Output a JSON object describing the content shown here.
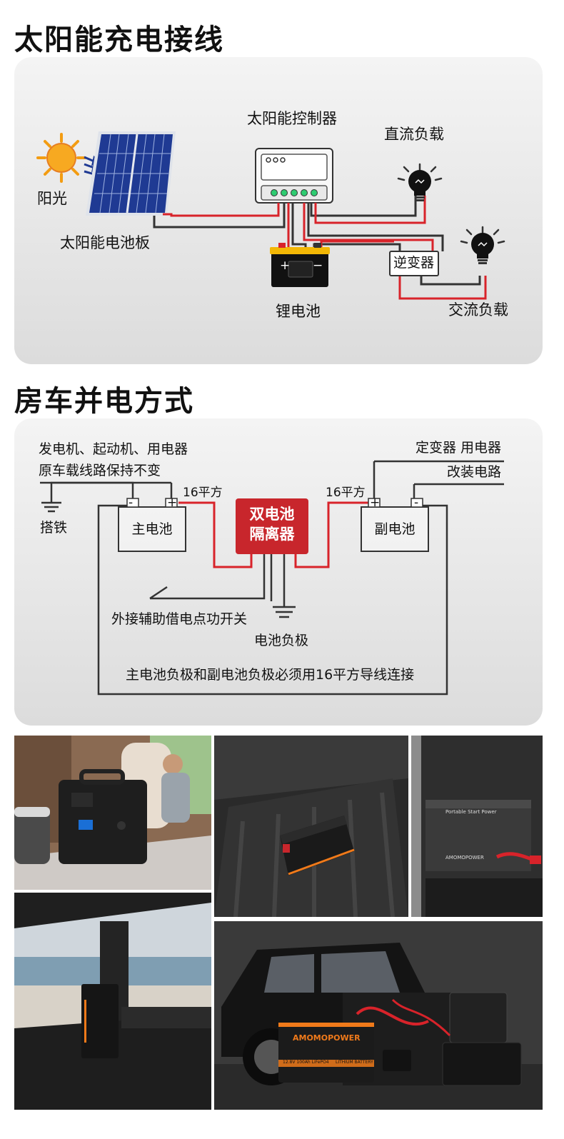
{
  "solar": {
    "title": "太阳能充电接线",
    "labels": {
      "sunlight": "阳光",
      "panel": "太阳能电池板",
      "controller": "太阳能控制器",
      "dc_load": "直流负载",
      "battery": "锂电池",
      "inverter": "逆变器",
      "ac_load": "交流负载",
      "battery_plus": "+",
      "battery_minus": "−"
    }
  },
  "rv": {
    "title": "房车并电方式",
    "labels": {
      "source_line1": "发电机、起动机、用电器",
      "source_line2": "原车载线路保持不变",
      "ground": "搭铁",
      "main_battery": "主电池",
      "size_left": "16平方",
      "isolator_line1": "双电池",
      "isolator_line2": "隔离器",
      "size_right": "16平方",
      "aux_battery": "副电池",
      "load_line1": "定变器 用电器",
      "load_line2": "改装电路",
      "switch": "外接辅助借电点功开关",
      "neg_pole": "电池负极",
      "note": "主电池负极和副电池负极必须用16平方导线连接",
      "plus": "+",
      "minus": "-"
    }
  },
  "photos": {
    "amomo_brand": "AMOMOPOWER",
    "amomo_spec": "12.8V 100Ah LiFePO4",
    "amomo_tag": "LITHIUM BATTERY",
    "jump_title": "Portable Start Power",
    "jump_brand": "AMOMOPOWER"
  },
  "colors": {
    "wire_red": "#d8232a",
    "wire_dark": "#333333",
    "isolator": "#c8262c",
    "battery_yellow": "#f2b705",
    "sun": "#f39c12",
    "panel_blue": "#1f3a93",
    "brand_orange": "#f07a1a"
  }
}
